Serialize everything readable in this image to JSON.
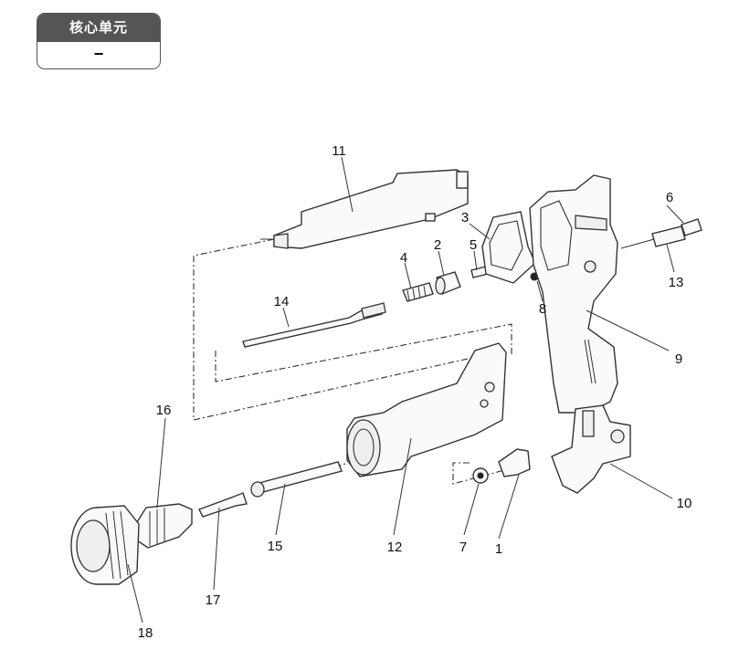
{
  "header": {
    "label": "核心单元",
    "value": "−"
  },
  "parts": [
    {
      "id": "1",
      "label": "1"
    },
    {
      "id": "2",
      "label": "2"
    },
    {
      "id": "3",
      "label": "3"
    },
    {
      "id": "4",
      "label": "4"
    },
    {
      "id": "5",
      "label": "5"
    },
    {
      "id": "6",
      "label": "6"
    },
    {
      "id": "7",
      "label": "7"
    },
    {
      "id": "8",
      "label": "8"
    },
    {
      "id": "9",
      "label": "9"
    },
    {
      "id": "10",
      "label": "10"
    },
    {
      "id": "11",
      "label": "11"
    },
    {
      "id": "12",
      "label": "12"
    },
    {
      "id": "13",
      "label": "13"
    },
    {
      "id": "14",
      "label": "14"
    },
    {
      "id": "15",
      "label": "15"
    },
    {
      "id": "16",
      "label": "16"
    },
    {
      "id": "17",
      "label": "17"
    },
    {
      "id": "18",
      "label": "18"
    }
  ]
}
